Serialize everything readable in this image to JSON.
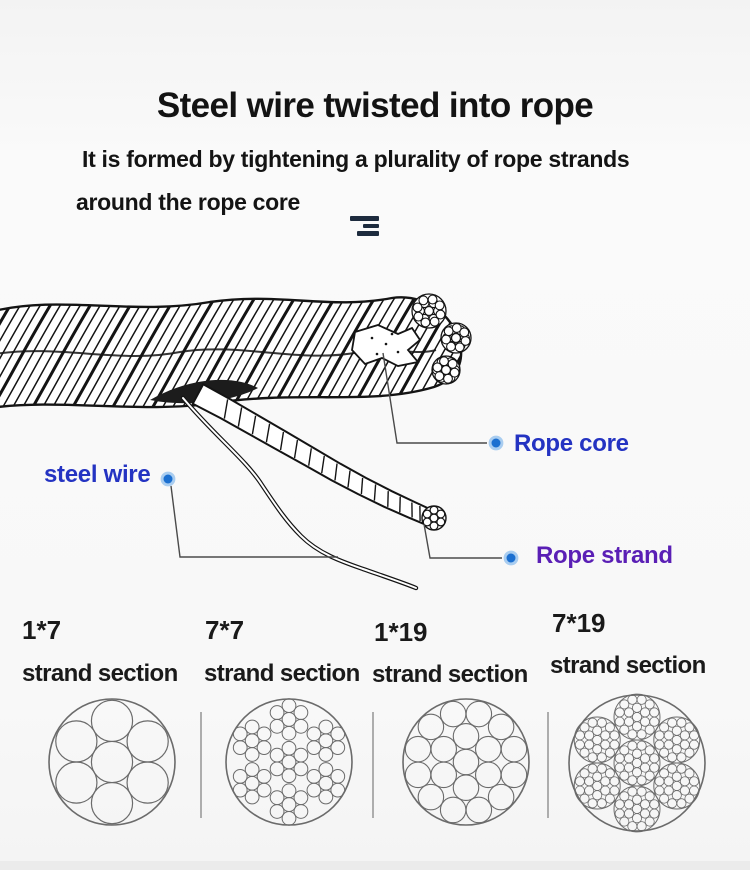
{
  "header": {
    "title": "Steel wire twisted into rope",
    "subtitle_line1": "It is formed by tightening a plurality of rope strands",
    "subtitle_line2": "around the rope core",
    "icon": "align-right-lines-icon"
  },
  "diagram": {
    "labels": {
      "steel_wire": "steel wire",
      "rope_core": "Rope core",
      "rope_strand": "Rope strand"
    }
  },
  "sections": [
    {
      "code": "1*7",
      "caption": "strand section",
      "strands": 1,
      "wires_per_strand": 7
    },
    {
      "code": "7*7",
      "caption": "strand section",
      "strands": 7,
      "wires_per_strand": 7
    },
    {
      "code": "1*19",
      "caption": "strand section",
      "strands": 1,
      "wires_per_strand": 19
    },
    {
      "code": "7*19",
      "caption": "strand section",
      "strands": 7,
      "wires_per_strand": 19
    }
  ],
  "colors": {
    "label_blue": "#2433c2",
    "label_purple": "#5a1fb5",
    "dot_blue": "#1b6fd0",
    "dot_halo": "#a9cdf0",
    "ink": "#141414",
    "leader_gray": "#4a4a4a",
    "section_stroke": "#6b6b6b"
  }
}
